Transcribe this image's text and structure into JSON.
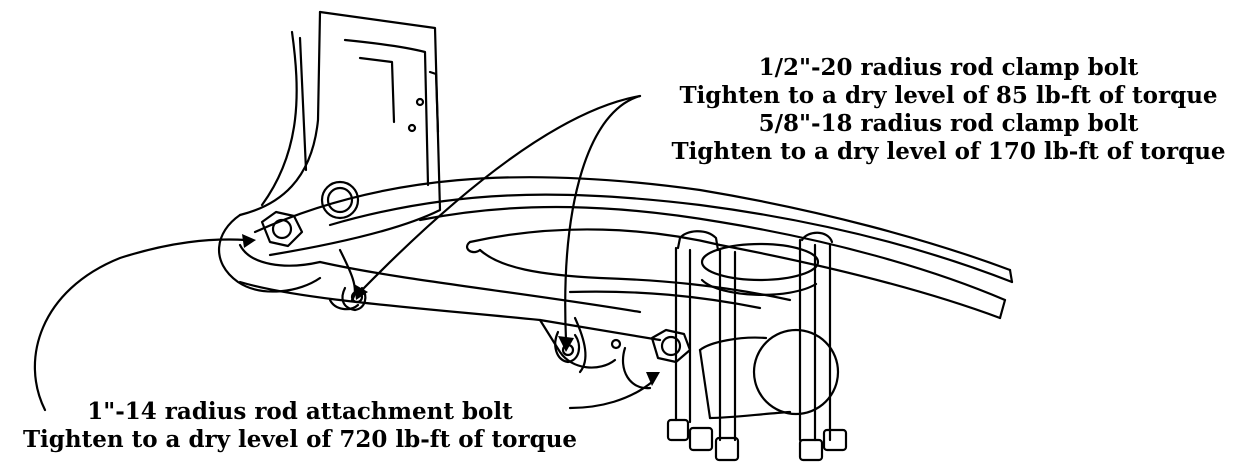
{
  "callouts": {
    "clamp_bolts": {
      "line1": "1/2\"-20 radius rod clamp bolt",
      "line2": "Tighten to a dry level of 85 lb-ft of torque",
      "line3": "5/8\"-18 radius rod clamp bolt",
      "line4": "Tighten to a dry level of 170 lb-ft of torque"
    },
    "attachment_bolt": {
      "line1": "1\"-14 radius rod attachment bolt",
      "line2": "Tighten to a dry level of 720 lb-ft of torque"
    }
  },
  "colors": {
    "ink": "#000000",
    "paper": "#ffffff"
  }
}
